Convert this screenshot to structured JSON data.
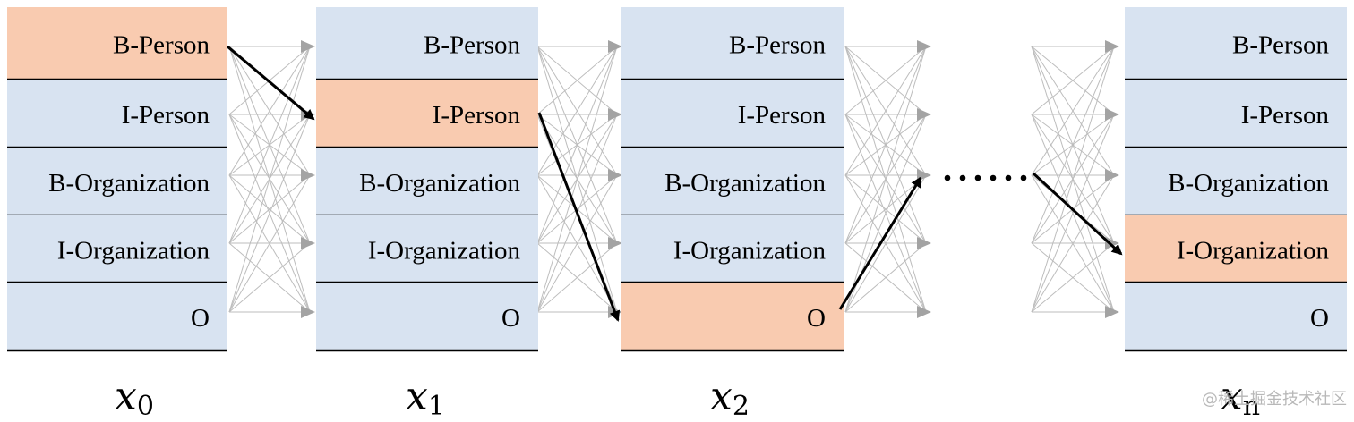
{
  "diagram": {
    "tags": [
      "B-Person",
      "I-Person",
      "B-Organization",
      "I-Organization",
      "O"
    ],
    "columns": [
      {
        "label": "x",
        "subscript": "0",
        "highlight": 0
      },
      {
        "label": "x",
        "subscript": "1",
        "highlight": 1
      },
      {
        "label": "x",
        "subscript": "2",
        "highlight": 4
      },
      {
        "label": "x",
        "subscript": "n",
        "highlight": 3
      }
    ],
    "ellipsis": "......",
    "colors": {
      "cell": "#d8e3f1",
      "highlight": "#f9cbb0",
      "lattice": "#bdbdbd",
      "path": "#000000"
    },
    "watermark": "@稀土掘金技术社区"
  }
}
